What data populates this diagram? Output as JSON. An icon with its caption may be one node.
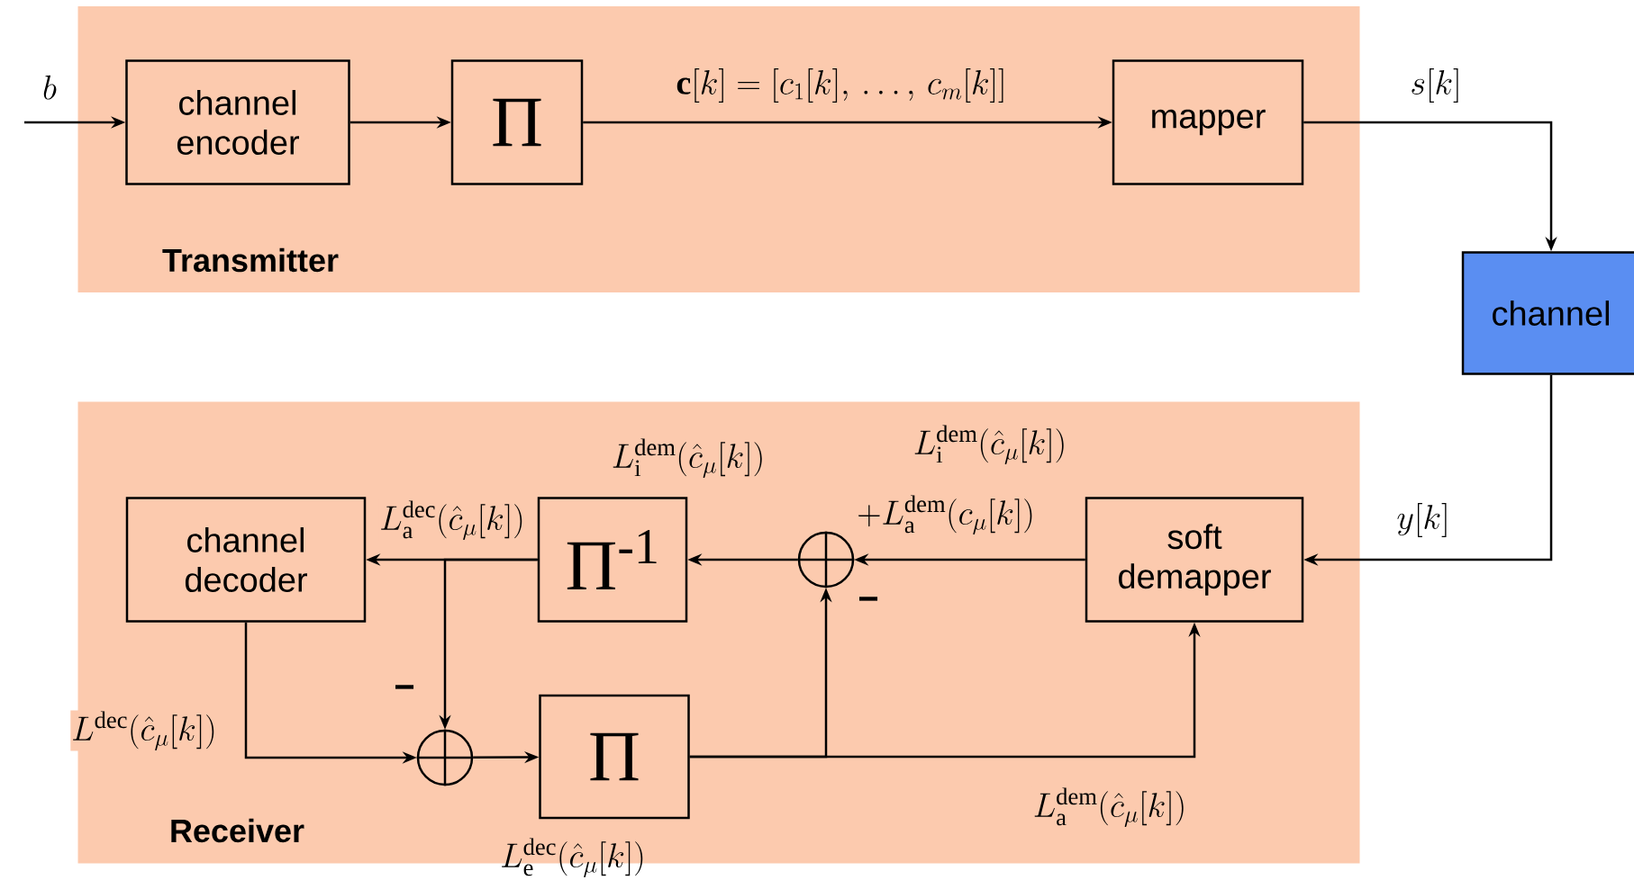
{
  "diagram": {
    "nodes": [
      {
        "text": [
          "Transmitter"
        ]
      },
      {
        "text": [
          "channel encoder"
        ],
        "in": 0
      },
      {
        "text": [
          "Π"
        ],
        "in": 0
      },
      {
        "text": [
          "mapper"
        ],
        "in": 0
      },
      {
        "text": [
          "channel"
        ]
      },
      {
        "text": [
          "Receiver"
        ]
      },
      {
        "text": [
          "channel decoder"
        ],
        "in": 5
      },
      {
        "text": [
          "Π$^{-1}$"
        ],
        "in": 5
      },
      {
        "text": [],
        "shape": "circle",
        "in": 5
      },
      {
        "text": [
          "soft demapper"
        ],
        "in": 5
      },
      {
        "text": [],
        "shape": "circle",
        "in": 5
      },
      {
        "text": [
          "Π"
        ],
        "in": 5
      }
    ],
    "edges": [
      {
        "from": null,
        "to": 1,
        "arrow": "to",
        "label": "b"
      },
      {
        "from": 1,
        "to": 2,
        "arrow": "to"
      },
      {
        "from": 2,
        "to": 3,
        "arrow": "to",
        "label": "\\mathbf{c}[k] = [c_1[k],\\,\\ldots,\\,c_m[k]]"
      },
      {
        "from": 3,
        "to": 4,
        "arrow": "to",
        "label": "s[k]"
      },
      {
        "from": 4,
        "to": 9,
        "arrow": "to",
        "label": "y[k]"
      },
      {
        "from": 9,
        "to": 8,
        "arrow": "to"
      },
      {
        "from": 8,
        "to": 7,
        "arrow": "to"
      },
      {
        "from": 7,
        "to": 6,
        "arrow": "to",
        "label": "L_{\\mathrm{a}}^{\\mathrm{dec}}(\\hat{c}_\\mu[k])"
      },
      {
        "from": 7,
        "to": 10,
        "arrow": "to"
      },
      {
        "from": 6,
        "to": 10,
        "arrow": "to",
        "label": "L^{\\mathrm{dec}}(\\hat{c}_\\mu[k])"
      },
      {
        "from": 10,
        "to": 11,
        "arrow": "to"
      },
      {
        "from": 11,
        "to": 8,
        "arrow": "to"
      },
      {
        "from": 11,
        "to": 9,
        "arrow": "to",
        "label": "L_{\\mathrm{a}}^{\\mathrm{dem}}(\\hat{c}_\\mu[k])"
      }
    ],
    "labels": [
      "L_{\\mathrm{i}}^{\\mathrm{dem}}(\\hat{c}_\\mu[k])",
      "L_{\\mathrm{i}}^{\\mathrm{dem}}(\\hat{c}_\\mu[k])",
      "+L_{\\mathrm{a}}^{\\mathrm{dem}}(c_\\mu[k])",
      "−",
      "−",
      "L_{\\mathrm{e}}^{\\mathrm{dec}}(\\hat{c}_\\mu[k])"
    ]
  }
}
